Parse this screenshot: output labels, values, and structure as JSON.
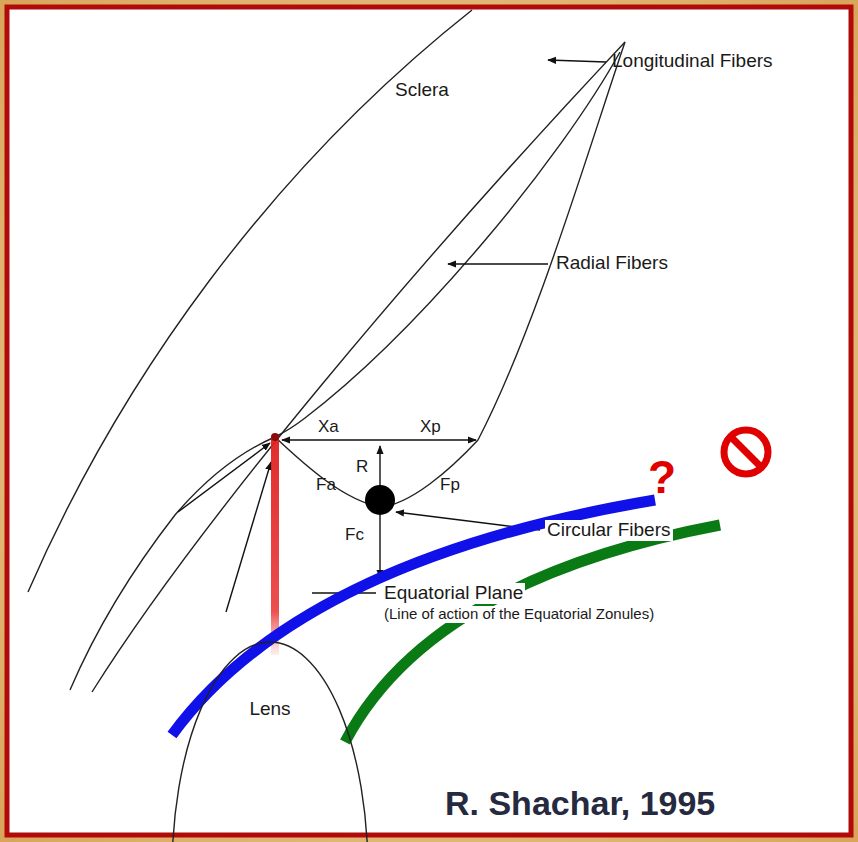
{
  "diagram": {
    "nodes": [
      {
        "text": [
          "Lens"
        ]
      }
    ],
    "labels": [
      "Sclera",
      "Longitudinal Fibers",
      "Radial Fibers",
      "Xa",
      "Xp",
      "R",
      "Fa",
      "Fp",
      "Fc",
      "Circular Fibers",
      "Equatorial Plane",
      "(Line of action of the Equatorial Zonules)",
      "?",
      "R. Shachar, 1995"
    ]
  }
}
